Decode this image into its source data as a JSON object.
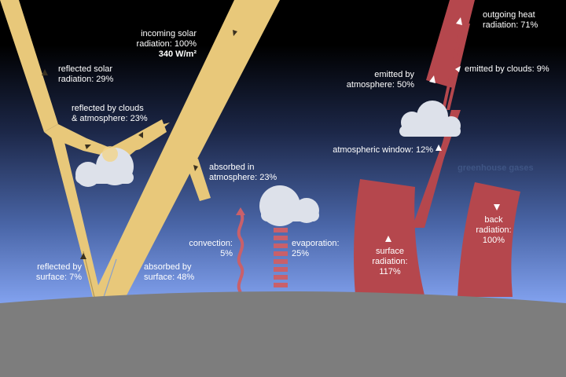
{
  "labels": {
    "incoming": "incoming solar\nradiation: 100%",
    "incoming_value": "340 W/m²",
    "reflected_solar": "reflected solar\nradiation: 29%",
    "reflected_clouds": "reflected by clouds\n& atmosphere: 23%",
    "reflected_surface": "reflected by\nsurface: 7%",
    "absorbed_surface": "absorbed by\nsurface: 48%",
    "absorbed_atmosphere": "absorbed in\natmosphere: 23%",
    "convection": "convection:\n5%",
    "evaporation": "evaporation:\n25%",
    "outgoing_heat": "outgoing heat\nradiation: 71%",
    "emitted_atmosphere": "emitted by\natmosphere: 50%",
    "emitted_clouds": "emitted by clouds: 9%",
    "atmospheric_window": "atmospheric window: 12%",
    "greenhouse": "greenhouse gases",
    "surface_radiation": "surface\nradiation:\n117%",
    "back_radiation": "back\nradiation:\n100%"
  },
  "colors": {
    "solar": "#e8c87a",
    "heat": "#b5474d",
    "ground": "#7d7d7d",
    "cloud": "#dde1ea",
    "sky_top": "#000000",
    "sky_bottom": "#86a6f4"
  }
}
